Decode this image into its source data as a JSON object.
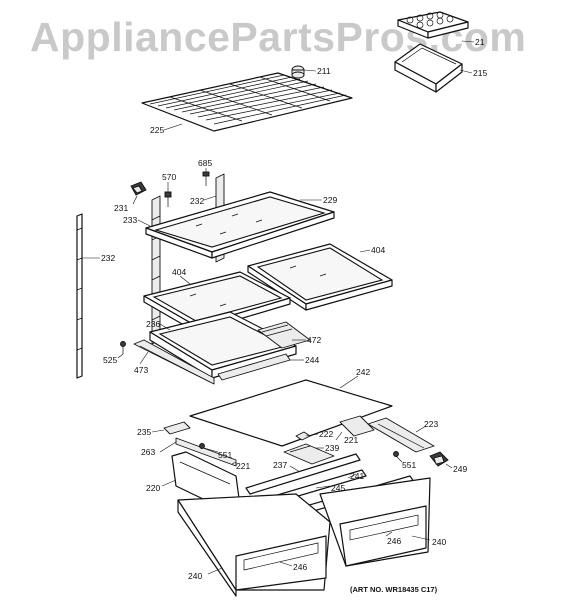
{
  "watermark": "AppliancePartsPros.com",
  "art_note": "(ART NO. WR18435 C17)",
  "labels": {
    "p21": "21",
    "p211": "211",
    "p215": "215",
    "p225": "225",
    "p685": "685",
    "p570": "570",
    "p231": "231",
    "p232a": "232",
    "p229": "229",
    "p233": "233",
    "p232b": "232",
    "p404a": "404",
    "p404b": "404",
    "p236": "236",
    "p472": "472",
    "p525": "525",
    "p473": "473",
    "p244": "244",
    "p242": "242",
    "p235": "235",
    "p223": "223",
    "p222": "222",
    "p221a": "221",
    "p239": "239",
    "p263": "263",
    "p551a": "551",
    "p237": "237",
    "p551b": "551",
    "p249": "249",
    "p221b": "221",
    "p241": "241",
    "p220": "220",
    "p245": "245",
    "p246a": "246",
    "p240a": "240",
    "p240b": "240",
    "p246b": "246"
  }
}
